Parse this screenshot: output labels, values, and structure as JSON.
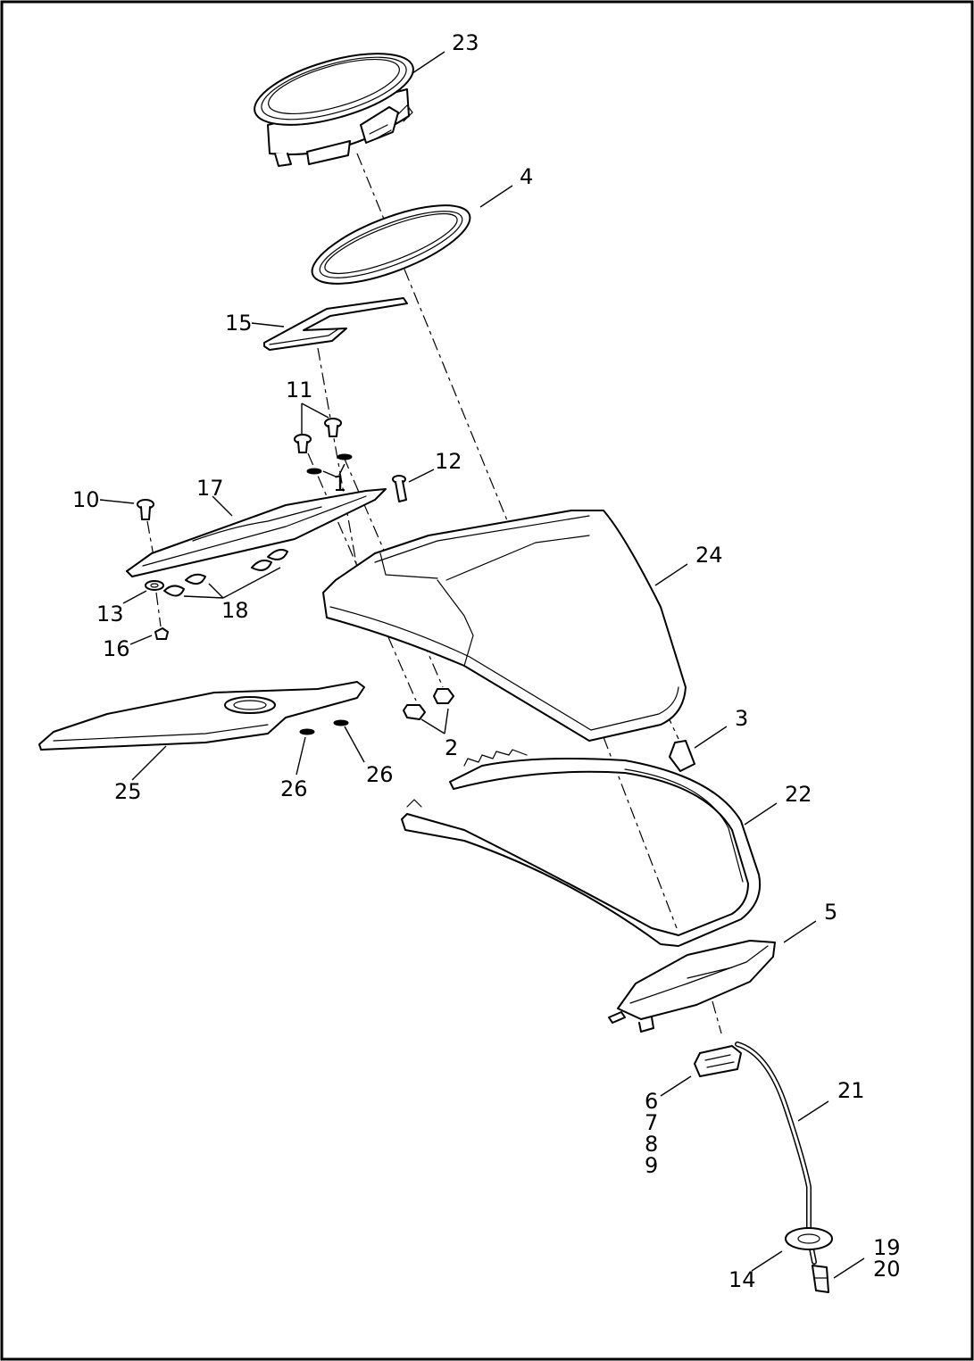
{
  "callouts": [
    {
      "id": "c23",
      "text": "23"
    },
    {
      "id": "c4",
      "text": "4"
    },
    {
      "id": "c15",
      "text": "15"
    },
    {
      "id": "c11",
      "text": "11"
    },
    {
      "id": "c12",
      "text": "12"
    },
    {
      "id": "c1",
      "text": "1"
    },
    {
      "id": "c10",
      "text": "10"
    },
    {
      "id": "c17",
      "text": "17"
    },
    {
      "id": "c24",
      "text": "24"
    },
    {
      "id": "c13",
      "text": "13"
    },
    {
      "id": "c18",
      "text": "18"
    },
    {
      "id": "c16",
      "text": "16"
    },
    {
      "id": "c3",
      "text": "3"
    },
    {
      "id": "c2",
      "text": "2"
    },
    {
      "id": "c22",
      "text": "22"
    },
    {
      "id": "c25",
      "text": "25"
    },
    {
      "id": "c26a",
      "text": "26"
    },
    {
      "id": "c26b",
      "text": "26"
    },
    {
      "id": "c5",
      "text": "5"
    },
    {
      "id": "c21",
      "text": "21"
    },
    {
      "id": "c6",
      "text": "6"
    },
    {
      "id": "c7",
      "text": "7"
    },
    {
      "id": "c8",
      "text": "8"
    },
    {
      "id": "c9",
      "text": "9"
    },
    {
      "id": "c19",
      "text": "19"
    },
    {
      "id": "c20",
      "text": "20"
    },
    {
      "id": "c14",
      "text": "14"
    }
  ]
}
